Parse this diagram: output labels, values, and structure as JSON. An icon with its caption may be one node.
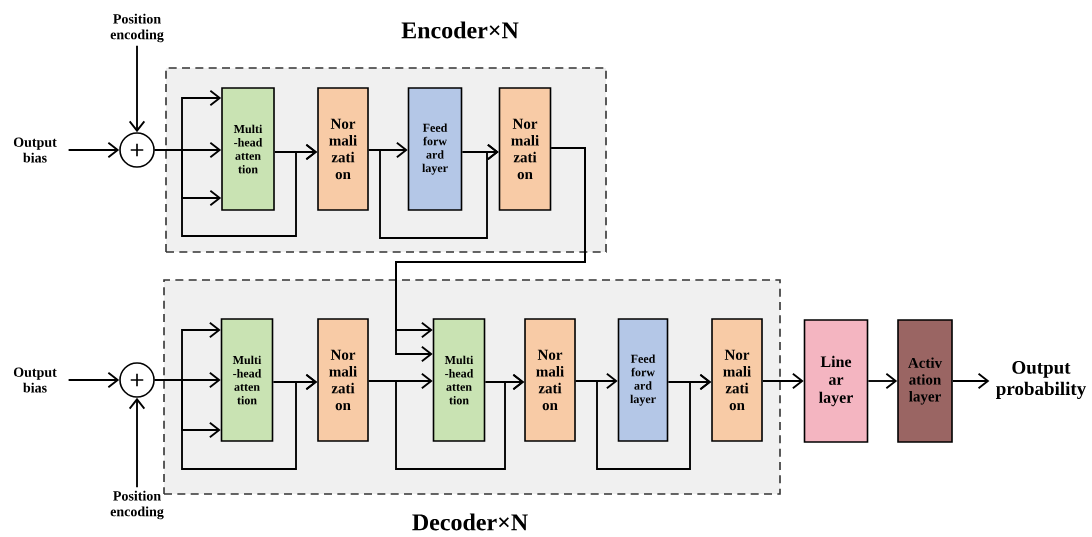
{
  "diagram": {
    "nodes": [
      {
        "text": [
          "Encoder×N"
        ]
      },
      {
        "text": [
          "Decoder×N"
        ]
      },
      {
        "text": [
          "Output bias"
        ]
      },
      {
        "text": [
          "Position encoding"
        ]
      },
      {
        "text": [
          "+"
        ]
      },
      {
        "text": [
          "Multi -head atten tion"
        ],
        "in": 0
      },
      {
        "text": [
          "Nor mali zati on"
        ],
        "in": 0
      },
      {
        "text": [
          "Feed forw ard layer"
        ],
        "in": 0
      },
      {
        "text": [
          "Nor mali zati on"
        ],
        "in": 0
      },
      {
        "text": [
          "Output bias"
        ]
      },
      {
        "text": [
          "Position encoding"
        ]
      },
      {
        "text": [
          "+"
        ]
      },
      {
        "text": [
          "Multi -head atten tion"
        ],
        "in": 1
      },
      {
        "text": [
          "Nor mali zati on"
        ],
        "in": 1
      },
      {
        "text": [
          "Multi -head atten tion"
        ],
        "in": 1
      },
      {
        "text": [
          "Nor mali zati on"
        ],
        "in": 1
      },
      {
        "text": [
          "Feed forw ard layer"
        ],
        "in": 1
      },
      {
        "text": [
          "Nor mali zati on"
        ],
        "in": 1
      },
      {
        "text": [
          "Line ar layer"
        ]
      },
      {
        "text": [
          "Activ ation layer"
        ]
      },
      {
        "text": [
          "Output probability"
        ]
      }
    ],
    "edges": [
      {
        "from": 2,
        "to": 4,
        "arrow": "to"
      },
      {
        "from": 3,
        "to": 4,
        "arrow": "to"
      },
      {
        "from": 4,
        "to": 5,
        "arrow": "to"
      },
      {
        "from": 4,
        "to": 5,
        "arrow": "to"
      },
      {
        "from": 4,
        "to": 5,
        "arrow": "to"
      },
      {
        "from": 4,
        "to": 6,
        "arrow": "to"
      },
      {
        "from": 5,
        "to": 6,
        "arrow": "to"
      },
      {
        "from": 6,
        "to": 7,
        "arrow": "to"
      },
      {
        "from": 6,
        "to": 8,
        "arrow": "to"
      },
      {
        "from": 7,
        "to": 8,
        "arrow": "to"
      },
      {
        "from": 8,
        "to": 14,
        "arrow": "to"
      },
      {
        "from": 8,
        "to": 14,
        "arrow": "to"
      },
      {
        "from": 9,
        "to": 11,
        "arrow": "to"
      },
      {
        "from": 10,
        "to": 11,
        "arrow": "to"
      },
      {
        "from": 11,
        "to": 12,
        "arrow": "to"
      },
      {
        "from": 11,
        "to": 12,
        "arrow": "to"
      },
      {
        "from": 11,
        "to": 12,
        "arrow": "to"
      },
      {
        "from": 11,
        "to": 13,
        "arrow": "to"
      },
      {
        "from": 12,
        "to": 13,
        "arrow": "to"
      },
      {
        "from": 13,
        "to": 14,
        "arrow": "to"
      },
      {
        "from": 13,
        "to": 15,
        "arrow": "to"
      },
      {
        "from": 14,
        "to": 15,
        "arrow": "to"
      },
      {
        "from": 15,
        "to": 16,
        "arrow": "to"
      },
      {
        "from": 15,
        "to": 17,
        "arrow": "to"
      },
      {
        "from": 16,
        "to": 17,
        "arrow": "to"
      },
      {
        "from": 17,
        "to": 18,
        "arrow": "to"
      },
      {
        "from": 18,
        "to": 19,
        "arrow": "to"
      },
      {
        "from": 19,
        "to": 20,
        "arrow": "to"
      }
    ]
  }
}
